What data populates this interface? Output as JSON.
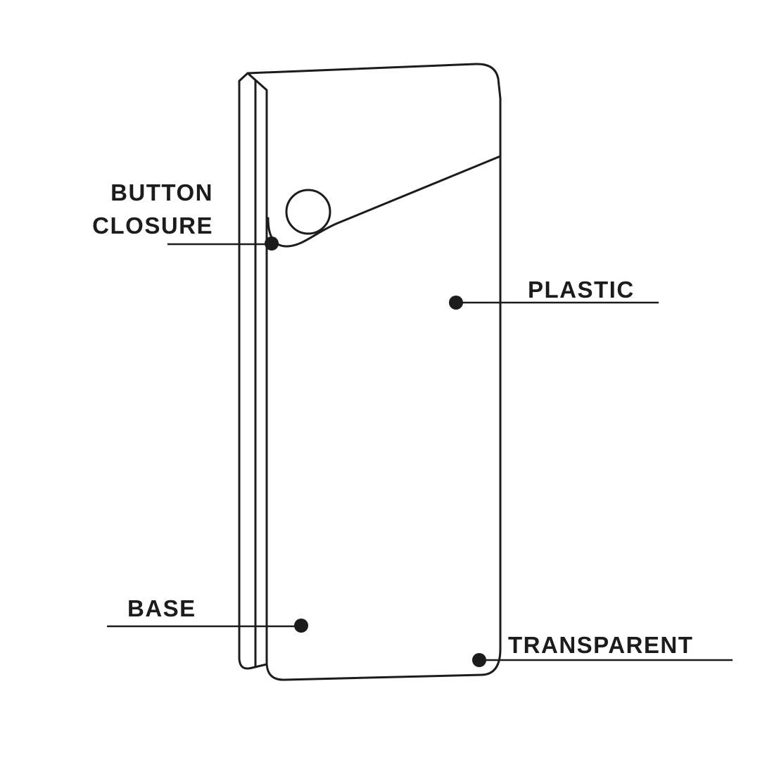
{
  "page": {
    "background": "#ffffff",
    "ink_color": "#1c1c1c"
  },
  "diagram": {
    "subject": "pencil-case-line-illustration",
    "callouts": [
      {
        "id": "button-closure",
        "label": "BUTTON CLOSURE",
        "lines": [
          "BUTTON",
          "CLOSURE"
        ],
        "side": "left"
      },
      {
        "id": "plastic",
        "label": "PLASTIC",
        "side": "right"
      },
      {
        "id": "base",
        "label": "BASE",
        "side": "left"
      },
      {
        "id": "transparent",
        "label": "TRANSPARENT",
        "side": "right"
      }
    ]
  }
}
